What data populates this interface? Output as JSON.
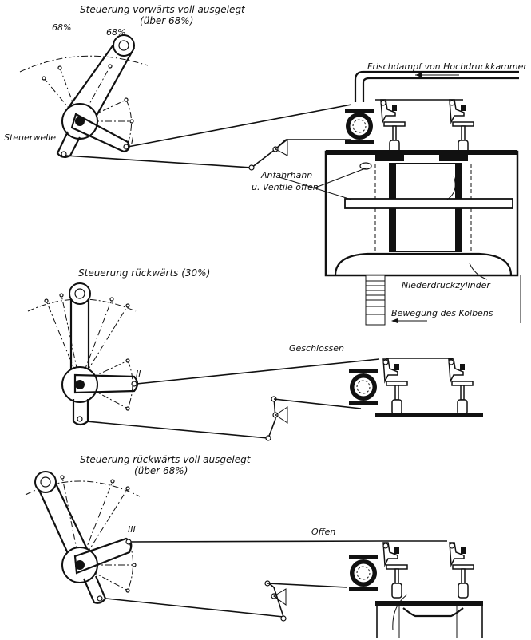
{
  "figure": {
    "panel1": {
      "title": "Steuerung vorwärts voll ausgelegt",
      "subtitle": "(über 68%)",
      "pct_left": "68%",
      "pct_right": "68%",
      "shaft_label": "Steuerwelle",
      "lever_mark": "I",
      "steam_label": "Frischdampf von Hochdruckkammer",
      "valve_label_line1": "Anfahrhahn",
      "valve_label_line2": "u. Ventile offen",
      "cylinder_label": "Niederdruckzylinder",
      "piston_label": "Bewegung des Kolbens"
    },
    "panel2": {
      "title": "Steuerung rückwärts (30%)",
      "lever_mark": "II",
      "state_label": "Geschlossen"
    },
    "panel3": {
      "title": "Steuerung rückwärts voll ausgelegt",
      "subtitle": "(über 68%)",
      "lever_mark": "III",
      "state_label": "Offen"
    }
  }
}
